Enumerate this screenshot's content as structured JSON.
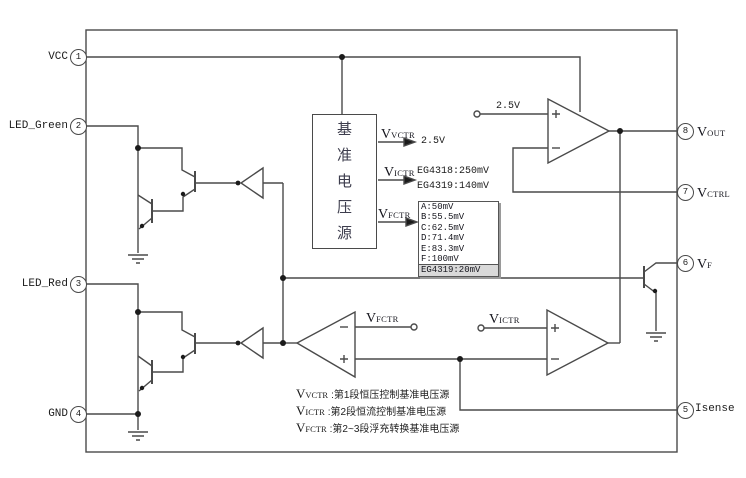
{
  "colors": {
    "line": "#4a4a4a",
    "text": "#1b1b1b",
    "table_highlight": "#d9d9d9",
    "background": "#ffffff"
  },
  "pins": {
    "left": [
      {
        "num": "1",
        "label": "VCC"
      },
      {
        "num": "2",
        "label": "LED_Green"
      },
      {
        "num": "3",
        "label": "LED_Red"
      },
      {
        "num": "4",
        "label": "GND"
      }
    ],
    "right": [
      {
        "num": "8",
        "main": "V",
        "sub": "OUT"
      },
      {
        "num": "7",
        "main": "V",
        "sub": "CTRL"
      },
      {
        "num": "6",
        "main": "V",
        "sub": "F"
      },
      {
        "num": "5",
        "label": "Isense"
      }
    ]
  },
  "ref_block": {
    "label": "基准电压源"
  },
  "ref_outputs": {
    "vvctr": {
      "main": "V",
      "sub": "VCTR",
      "value": "2.5V"
    },
    "victr": {
      "main": "V",
      "sub": "ICTR",
      "value_line1": "EG4318:250mV",
      "value_line2": "EG4319:140mV"
    },
    "vfctr": {
      "main": "V",
      "sub": "FCTR"
    }
  },
  "ref_table": {
    "rows": [
      "A:50mV",
      "B:55.5mV",
      "C:62.5mV",
      "D:71.4mV",
      "E:83.3mV",
      "F:100mV"
    ],
    "last_row": "EG4319:20mV"
  },
  "opamp": {
    "plus_input_label": "2.5V"
  },
  "comparator_inputs": {
    "vfctr": {
      "main": "V",
      "sub": "FCTR"
    },
    "victr": {
      "main": "V",
      "sub": "ICTR"
    }
  },
  "legend": [
    {
      "main": "V",
      "sub": "VCTR",
      "text": ":第1段恒压控制基准电压源"
    },
    {
      "main": "V",
      "sub": "ICTR",
      "text": ":第2段恒流控制基准电压源"
    },
    {
      "main": "V",
      "sub": "FCTR",
      "text": ":第2~3段浮充转换基准电压源"
    }
  ]
}
